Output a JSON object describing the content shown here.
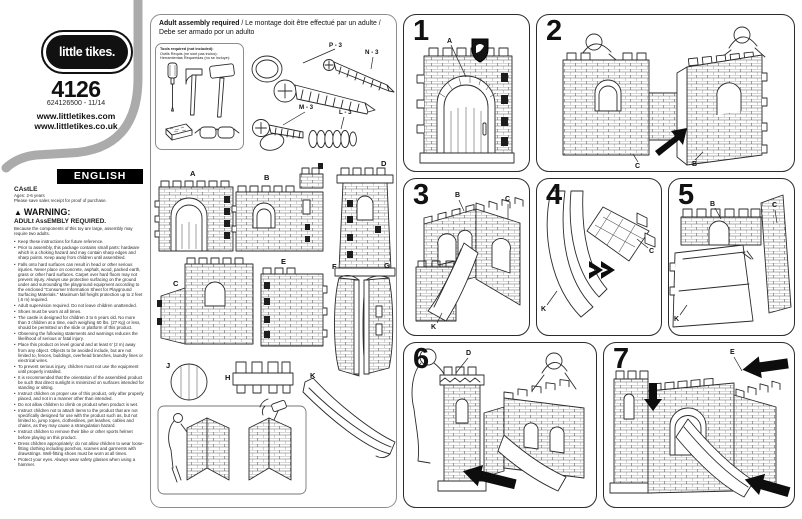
{
  "brand": {
    "logo_text": "little tikes.",
    "model_number": "4126",
    "item_code": "624126500 - 11/14",
    "websites": [
      "www.littletikes.com",
      "www.littletikes.co.uk"
    ]
  },
  "language_banner": "ENGLISH",
  "product": {
    "name": "CAstLE",
    "ages": "Ages: 2-6 years",
    "receipt_note": "Please save sales receipt for proof of purchase."
  },
  "warning": {
    "heading": "WARNING:",
    "subheading": "ADULt AssEMBLY REQUIRED.",
    "intro": "Because the components of this toy are large, assembly may require two adults.",
    "bullets": [
      "Keep these instructions for future reference.",
      "Prior to assembly, this package contains small parts: hardware which is a choking hazard and may contain sharp edges and sharp points. Keep away from children until assembled.",
      "Falls onto hard surfaces can result in head or other serious injuries. Never place on concrete, asphalt, wood, packed earth, grass or other hard surfaces. Carpet over hard floors may not prevent injury. Always use protective surfacing on the ground under and surrounding the playground equipment according to the enclosed \"Consumer Information Sheet for Playground Surfacing Materials.\" Maximum fall height protection up to 2 feet (.6 m) required.",
      "Adult supervision required. Do not leave children unattended.",
      "Shoes must be worn at all times.",
      "The castle is designed for children 3 to 6 years old. No more than 3 children at a time, each weighing 60 lbs. (27 Kg) or less, should be permitted on the slide or platform of this product.",
      "Observing the following statements and warnings reduces the likelihood of serious or fatal injury.",
      "Place this product on level ground and at least 6' (2 m) away from any object. Objects to be avoided include, but are not limited to, fences, buildings, overhead branches, laundry lines or electrical wires.",
      "To prevent serious injury, children must not use the equipment until properly installed.",
      "It is recommended that the orientation of the assembled product be such that direct sunlight is minimized on surfaces intended for standing or sitting.",
      "Instruct children on proper use of this product, only after properly placed, and not in a manner other than intended.",
      "Do not allow children to climb on product when product is wet.",
      "Instruct children not to attach items to the product that are not specifically designed for use with the product such as, but not limited to, jump ropes, clotheslines, pet leashes, cables and chains, as they may cause a strangulation hazard.",
      "Instruct children to remove their bike or other sports helmet before playing on this product.",
      "Dress children appropriately: do not allow children to wear loose-fitting clothing including ponchos, scarves and garments with drawstrings. Well-fitting shoes must be worn at all times.",
      "Protect your eyes. Always wear safety glasses when using a hammer."
    ]
  },
  "assembly_panel": {
    "title_en": "Adult assembly required",
    "title_rest": " / Le montage doit être effectué par un adulte / Debe ser armado por un adulto",
    "tools_lines": [
      "Tools required (not included):",
      "Outils Requis (ne sont pas inclus):",
      "Herramientas Requeridas (no se incluye):"
    ],
    "hardware_labels": {
      "p": "P - 3",
      "n": "N - 3",
      "m": "M - 3",
      "l": "L - 3"
    },
    "part_labels": {
      "a": "A",
      "b": "B",
      "c": "C",
      "d": "D",
      "e": "E",
      "f": "F",
      "g": "G",
      "h": "H",
      "j": "J",
      "k": "K"
    }
  },
  "steps": {
    "s1": {
      "num": "1",
      "labels": {
        "a": "A"
      }
    },
    "s2": {
      "num": "2",
      "labels": {
        "c": "C",
        "b": "B"
      }
    },
    "s3": {
      "num": "3",
      "labels": {
        "b": "B",
        "c": "C",
        "k": "K"
      }
    },
    "s4": {
      "num": "4",
      "labels": {
        "k": "K",
        "c": "C"
      }
    },
    "s5": {
      "num": "5",
      "labels": {
        "b": "B",
        "c": "C",
        "k": "K"
      }
    },
    "s6": {
      "num": "6",
      "labels": {
        "d": "D"
      }
    },
    "s7": {
      "num": "7",
      "labels": {
        "e": "E"
      }
    }
  },
  "colors": {
    "ink": "#1c1c1c",
    "accent_gray": "#ababab"
  }
}
